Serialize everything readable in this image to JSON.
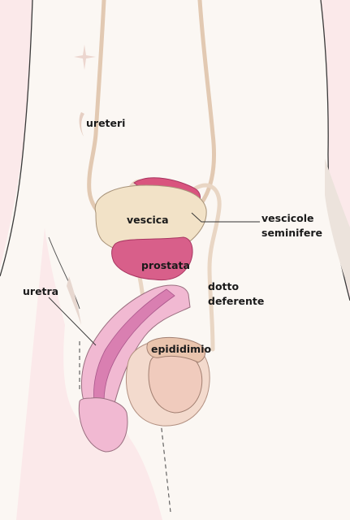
{
  "colors": {
    "background": "#fbe9ea",
    "skin": "#fbf7f3",
    "body_outline": "#3a3a3a",
    "bladder": "#f2e2c7",
    "prostate": "#d85f8a",
    "seminal_vesicles": "#d9547e",
    "urethra": "#d97fb1",
    "penis": "#f1b9d2",
    "testis": "#f0cbbd",
    "vas_deferens": "#e9d6c4"
  },
  "labels": {
    "ureters": "ureteri",
    "bladder": "vescica",
    "seminal_vesicles_line1": "vescicole",
    "seminal_vesicles_line2": "seminifere",
    "prostate": "prostata",
    "vas_deferens_line1": "dotto",
    "vas_deferens_line2": "deferente",
    "urethra": "uretra",
    "epididymis": "epididimio"
  }
}
